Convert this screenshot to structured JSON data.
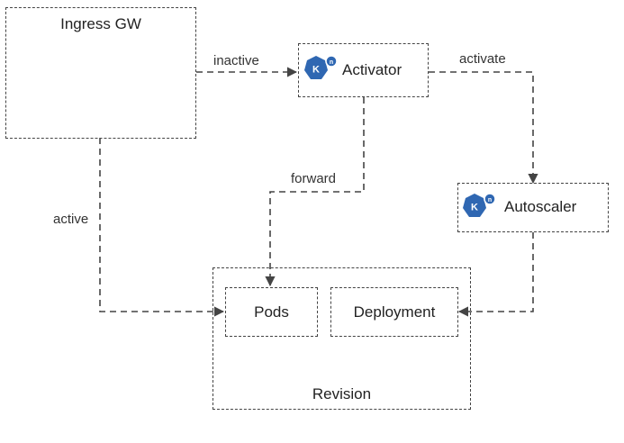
{
  "diagram": {
    "nodes": {
      "ingress": {
        "label": "Ingress GW"
      },
      "activator": {
        "label": "Activator",
        "icon": "knative-icon"
      },
      "autoscaler": {
        "label": "Autoscaler",
        "icon": "knative-icon"
      },
      "revision": {
        "label": "Revision"
      },
      "pods": {
        "label": "Pods"
      },
      "deployment": {
        "label": "Deployment"
      }
    },
    "edges": {
      "inactive": {
        "from": "ingress",
        "to": "activator",
        "label": "inactive"
      },
      "activate": {
        "from": "activator",
        "to": "autoscaler",
        "label": "activate"
      },
      "forward": {
        "from": "activator",
        "to": "pods",
        "label": "forward"
      },
      "active": {
        "from": "ingress",
        "to": "pods",
        "label": "active"
      },
      "scale": {
        "from": "autoscaler",
        "to": "deployment",
        "label": ""
      }
    },
    "colors": {
      "line": "#444444",
      "icon_fill": "#2f67b2",
      "icon_badge": "#2f67b2"
    }
  }
}
